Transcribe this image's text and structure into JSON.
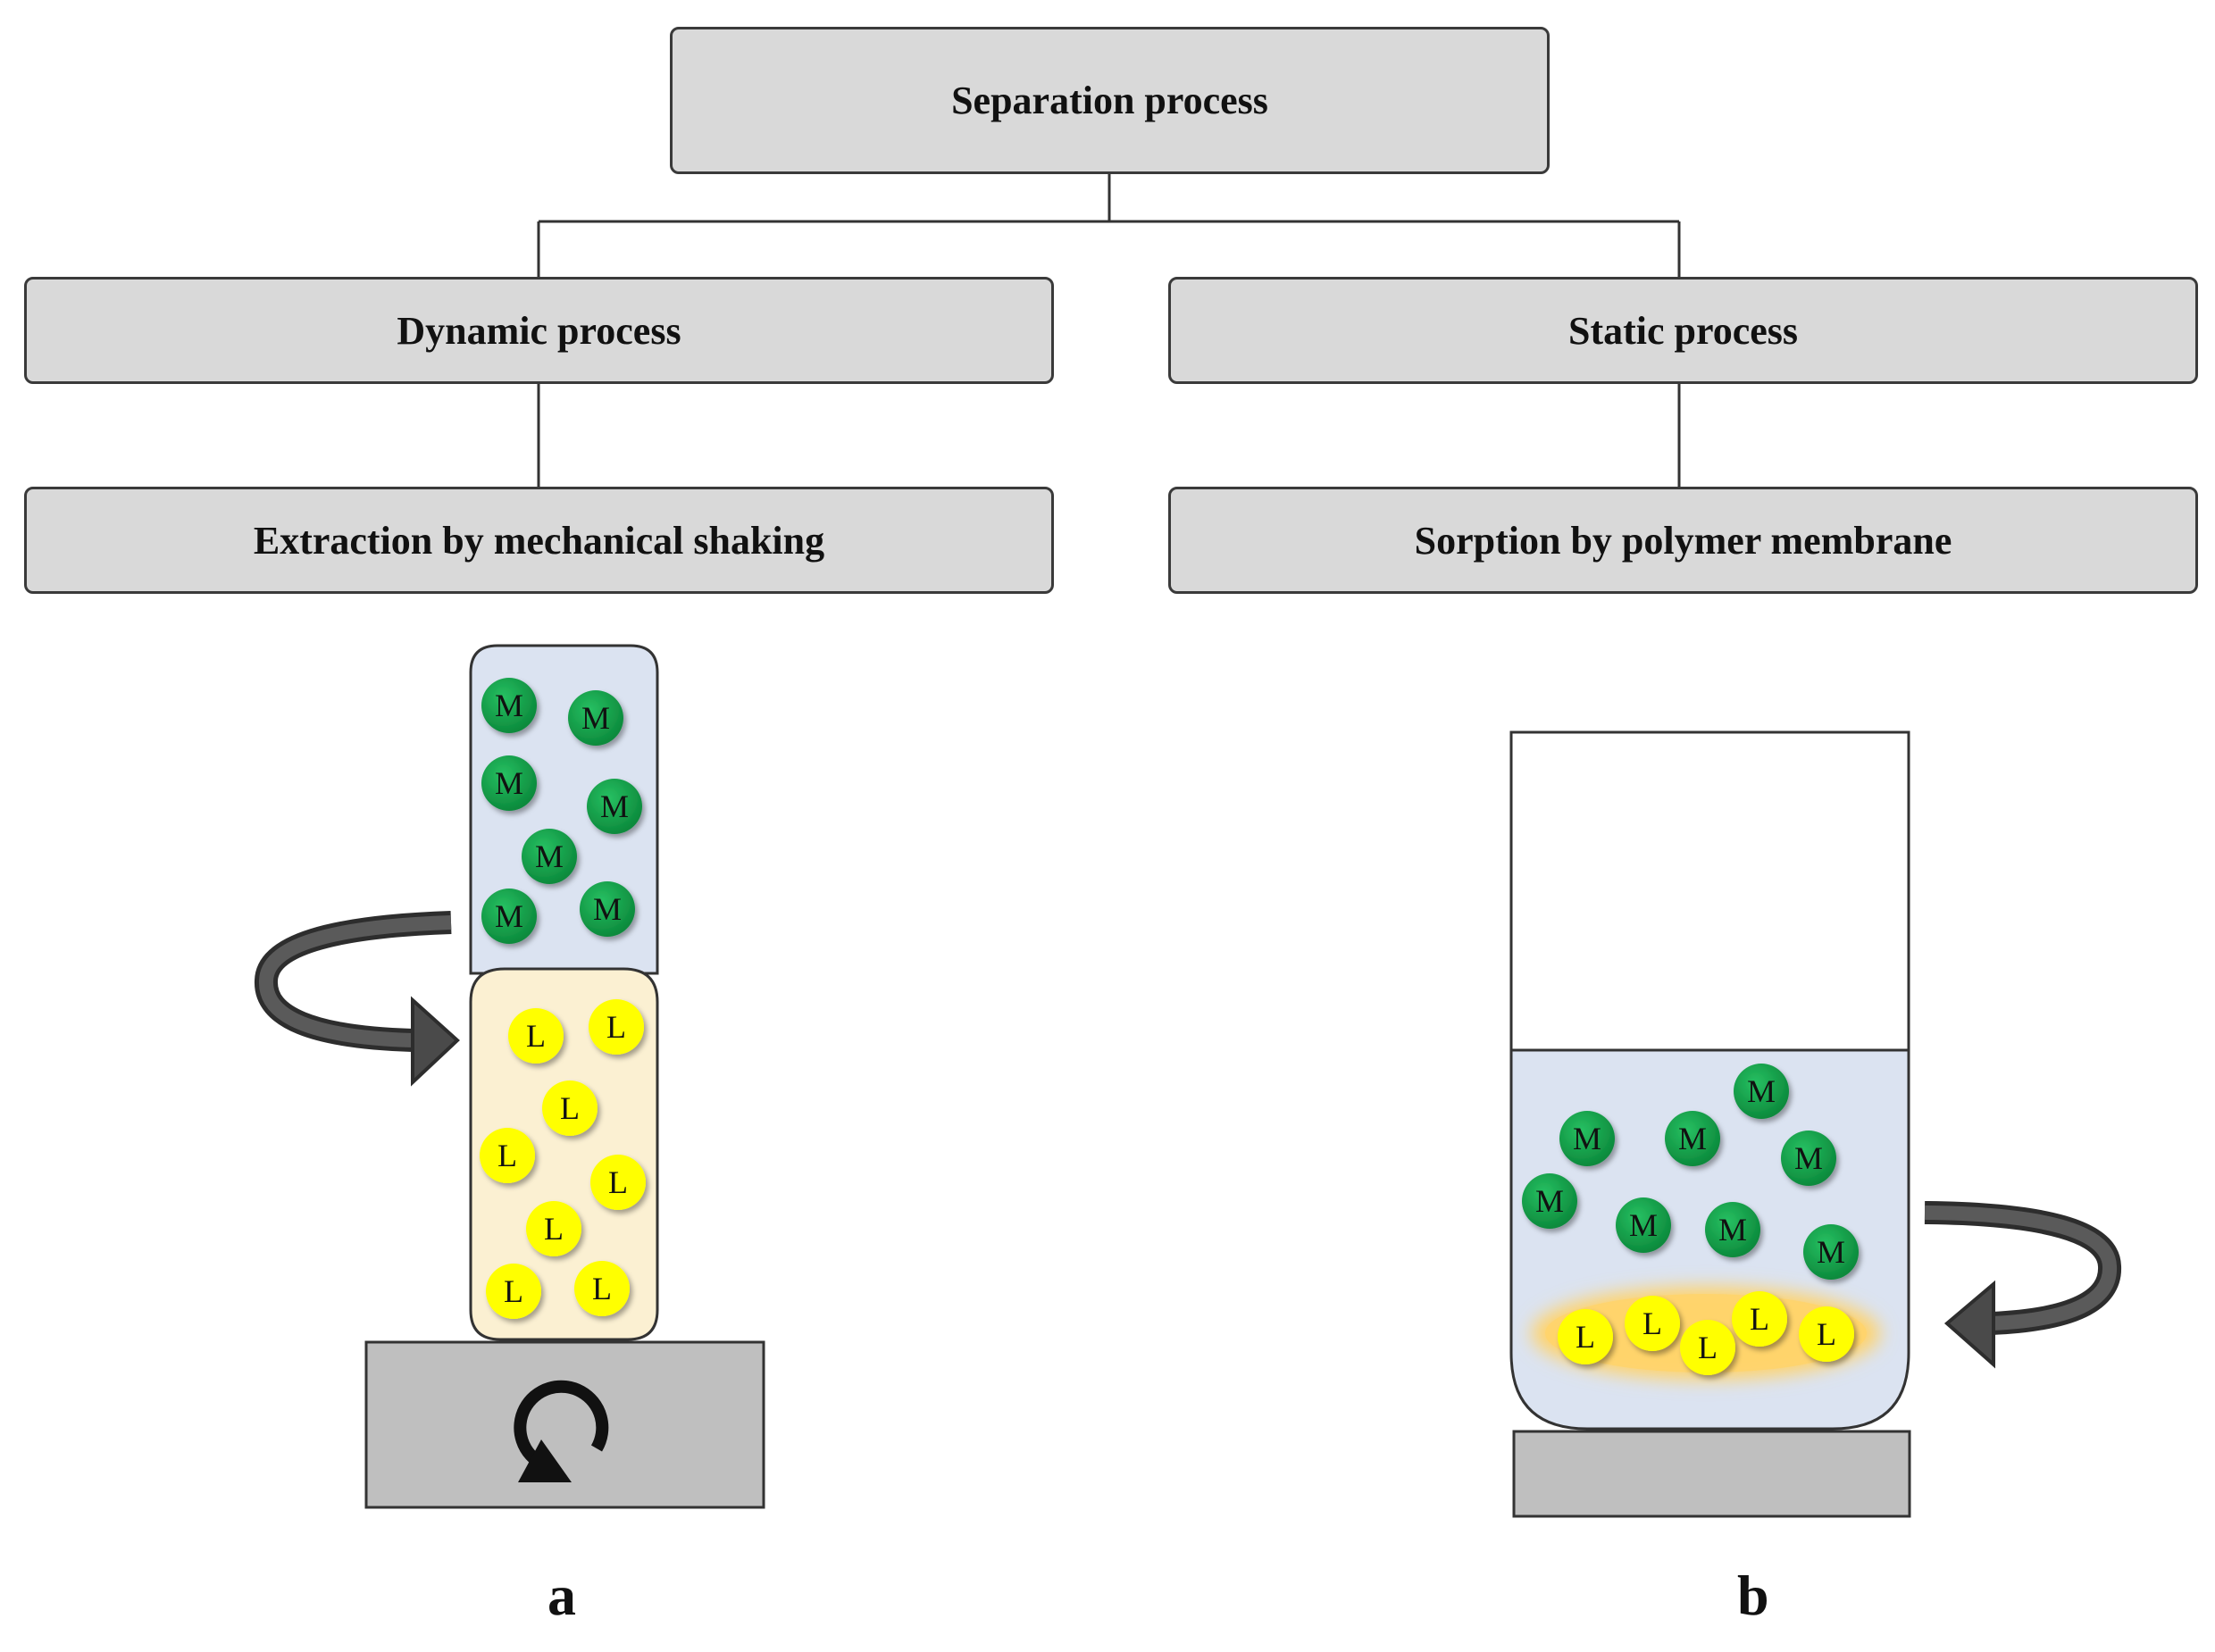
{
  "flowchart": {
    "root": "Separation process",
    "dynamic": "Dynamic process",
    "static": "Static process",
    "dynamic_method": "Extraction by mechanical shaking",
    "static_method": "Sorption by polymer membrane"
  },
  "particles": {
    "metal_letter": "M",
    "ligand_letter": "L"
  },
  "panels": {
    "a": "a",
    "b": "b"
  },
  "colors": {
    "box_fill": "#d9d9d9",
    "metal": "#10a64a",
    "ligand": "#ffff00",
    "upper_phase": "#dbe3f1",
    "lower_phase": "#fbf0d2",
    "membrane": "#ffd36b",
    "base": "#bfbfbf"
  },
  "icons": [
    "rotate-arrow-icon",
    "clockwise-circular-arrow-icon"
  ]
}
